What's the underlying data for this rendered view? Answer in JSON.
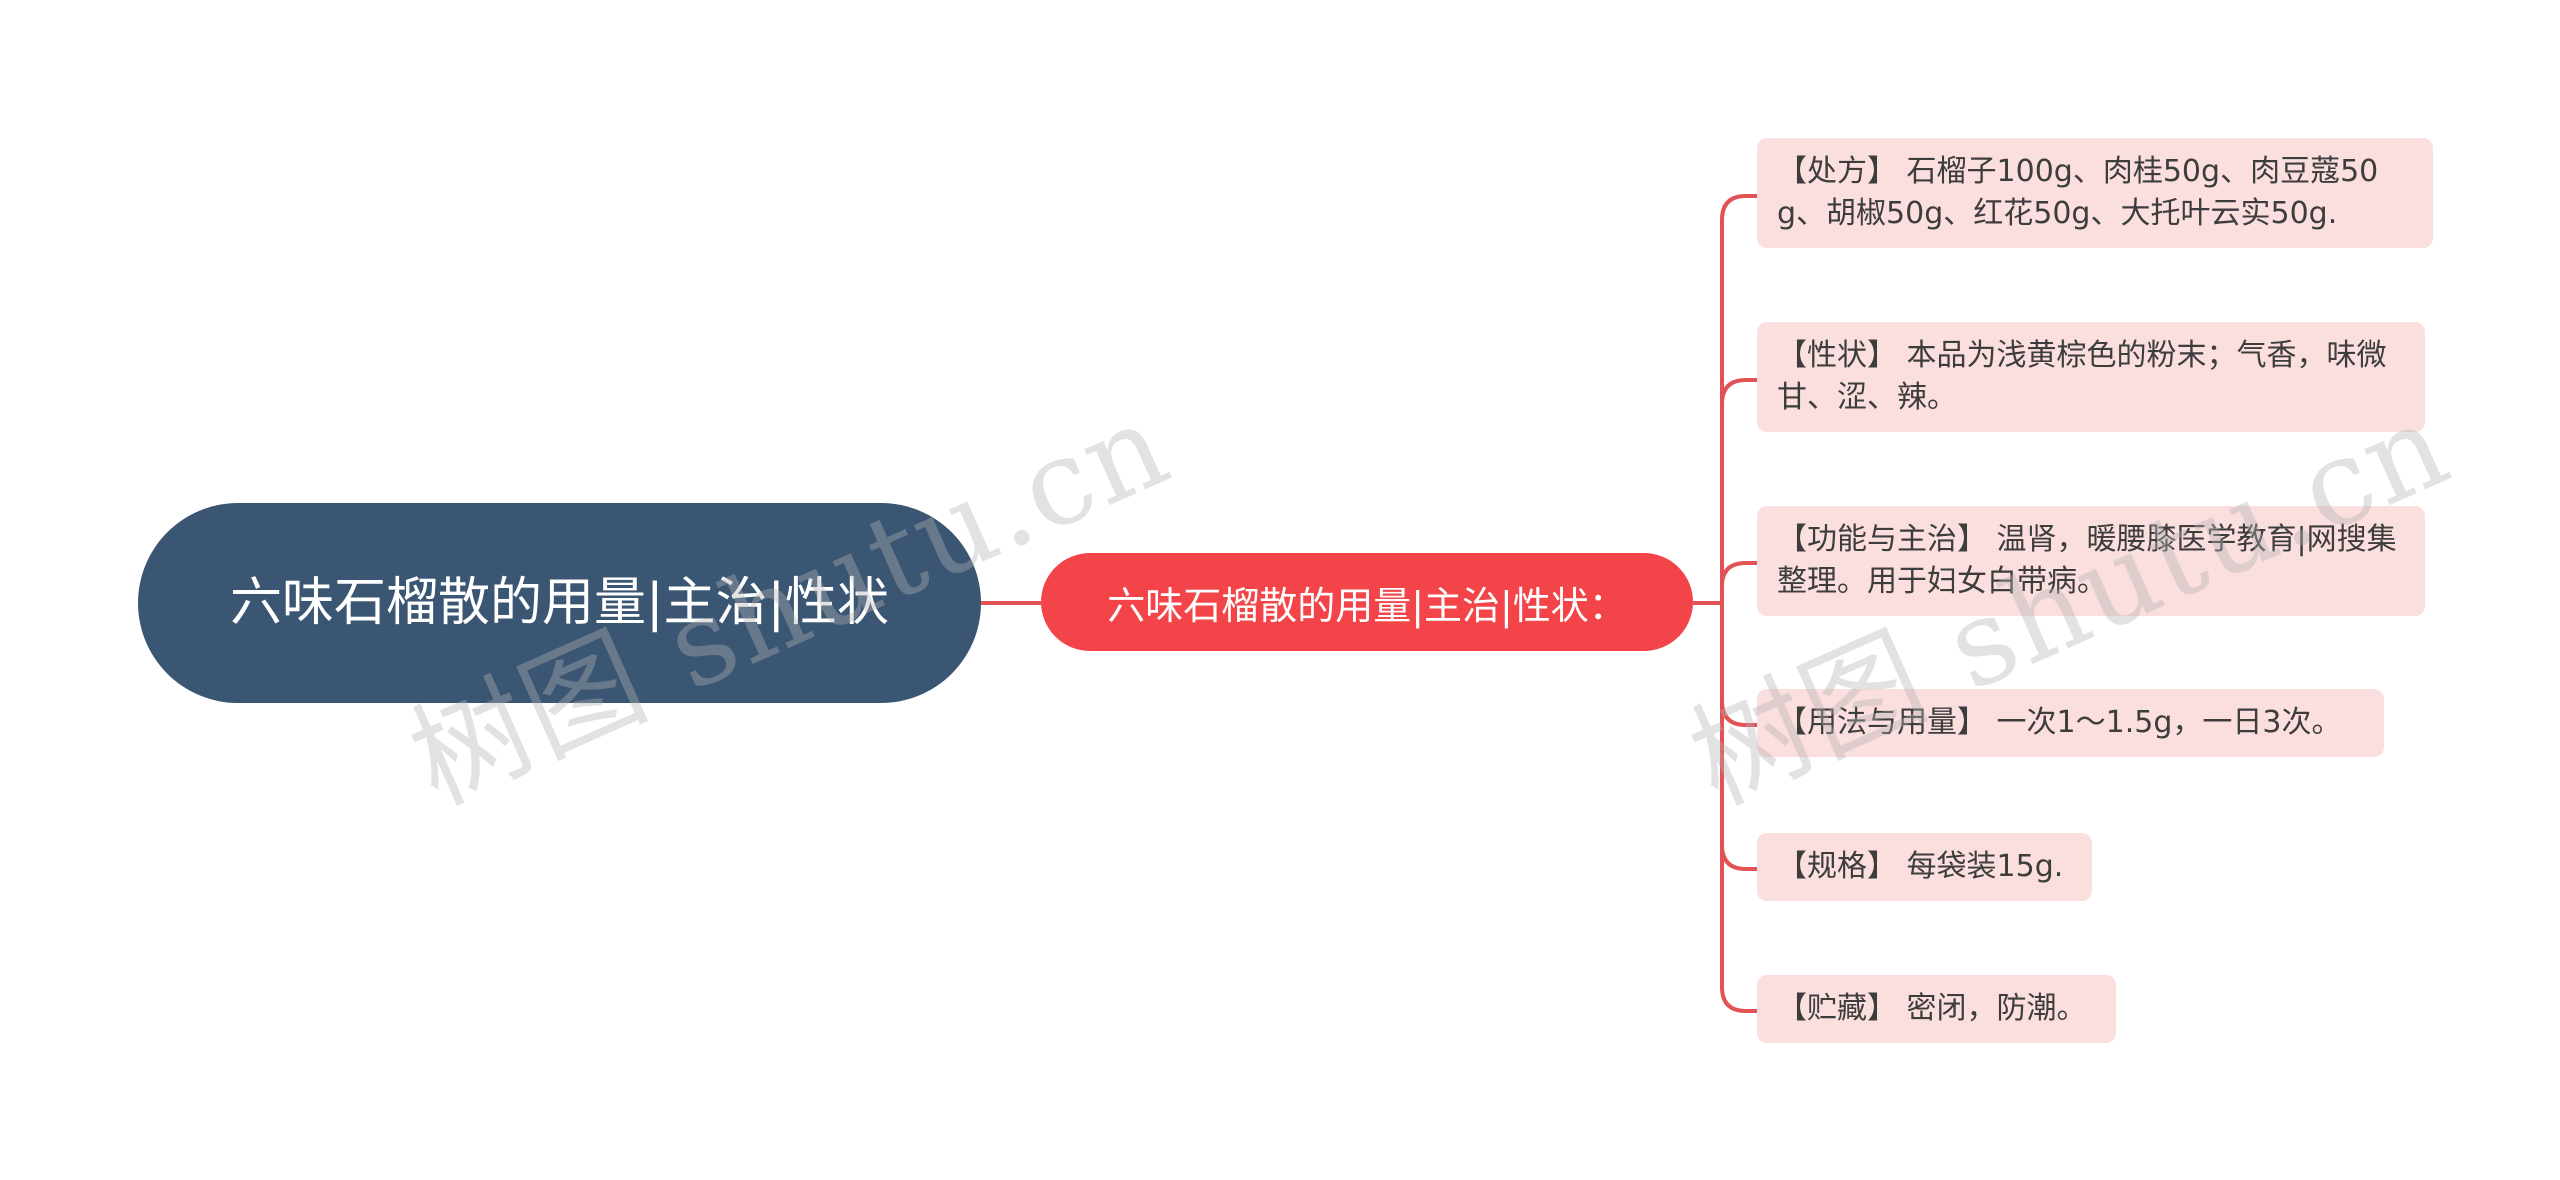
{
  "root": {
    "label": "六味石榴散的用量|主治|性状"
  },
  "mid": {
    "label": "六味石榴散的用量|主治|性状："
  },
  "leaves": [
    {
      "tag": "【处方】",
      "text": "石榴子100g、肉桂50g、肉豆蔻50g、胡椒50g、红花50g、大托叶云实50g."
    },
    {
      "tag": "【性状】",
      "text": "本品为浅黄棕色的粉末；气香，味微甘、涩、辣。"
    },
    {
      "tag": "【功能与主治】",
      "text": "温肾，暖腰膝医学教育|网搜集整理。用于妇女白带病。"
    },
    {
      "tag": "【用法与用量】",
      "text": "一次1～1.5g，一日3次。"
    },
    {
      "tag": "【规格】",
      "text": "每袋装15g."
    },
    {
      "tag": "【贮藏】",
      "text": "密闭，防潮。"
    }
  ],
  "watermark": "树图 shutu.cn",
  "colors": {
    "root": "#3a5673",
    "mid": "#f24449",
    "leaf_bg": "#fbdede",
    "connector": "#e25254"
  }
}
